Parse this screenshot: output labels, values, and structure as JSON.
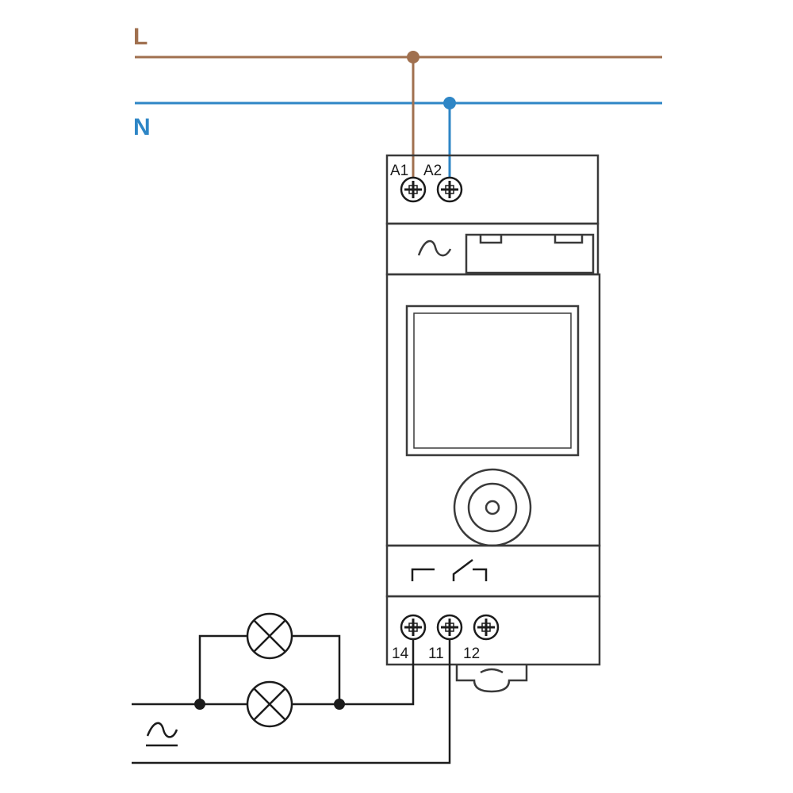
{
  "supply": {
    "line_label": "L",
    "neutral_label": "N",
    "line_color": "#a0704f",
    "neutral_color": "#2e86c6",
    "ac_symbol_name": "ac-sine-icon"
  },
  "device": {
    "top_terminals": [
      {
        "label": "A1"
      },
      {
        "label": "A2"
      }
    ],
    "bottom_terminals": [
      {
        "label": "14"
      },
      {
        "label": "11"
      },
      {
        "label": "12"
      }
    ],
    "power_symbol_name": "ac-sine-icon",
    "contact_symbol_name": "changeover-contact-icon",
    "knob_name": "dial-knob-icon",
    "display_name": "display-window"
  },
  "load": {
    "lamp_count": 2,
    "lamp_icon_name": "lamp-icon",
    "ac_symbol_name": "ac-sine-icon"
  },
  "colors": {
    "wire": "#1c1c1c",
    "outline": "#3a3a3a",
    "line": "#a0704f",
    "neutral": "#2e86c6"
  }
}
